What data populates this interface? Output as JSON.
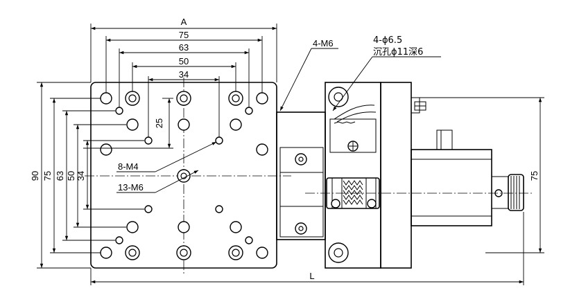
{
  "labels": {
    "dim_a": "A",
    "dim_75_top": "75",
    "dim_63_top": "63",
    "dim_50_top": "50",
    "dim_34_top": "34",
    "dim_25": "25",
    "dim_90": "90",
    "dim_75_left": "75",
    "dim_63_left": "63",
    "dim_50_left": "50",
    "dim_34_left": "34",
    "dim_75_right": "75",
    "dim_l": "L",
    "callout_4m6": "4-M6",
    "callout_4phi65": "4-ϕ6.5",
    "callout_counterbore": "沉孔ϕ11深6",
    "callout_8m4": "8-M4",
    "callout_13m6": "13-M6"
  }
}
